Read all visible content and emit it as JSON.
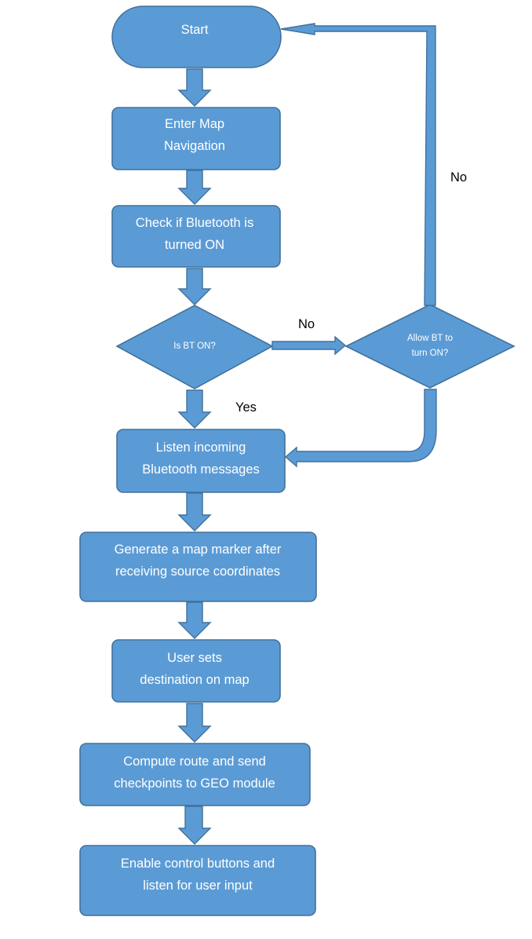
{
  "nodes": {
    "start": "Start",
    "enter_map": [
      "Enter Map",
      "Navigation"
    ],
    "check_bt": [
      "Check if Bluetooth is",
      "turned ON"
    ],
    "is_bt_on": "Is BT ON?",
    "allow_bt": [
      "Allow BT to",
      "turn ON?"
    ],
    "listen": [
      "Listen incoming",
      "Bluetooth messages"
    ],
    "generate_marker": [
      "Generate a map marker after",
      "receiving source coordinates"
    ],
    "user_sets": [
      "User sets",
      "destination on map"
    ],
    "compute_route": [
      "Compute route and send",
      "checkpoints to GEO module"
    ],
    "enable_controls": [
      "Enable control buttons and",
      "listen for user input"
    ]
  },
  "edge_labels": {
    "no_to_allow": "No",
    "no_loop_back": "No",
    "yes": "Yes"
  },
  "colors": {
    "fill": "#5b9bd5",
    "stroke": "#41719c",
    "text": "#ffffff"
  }
}
